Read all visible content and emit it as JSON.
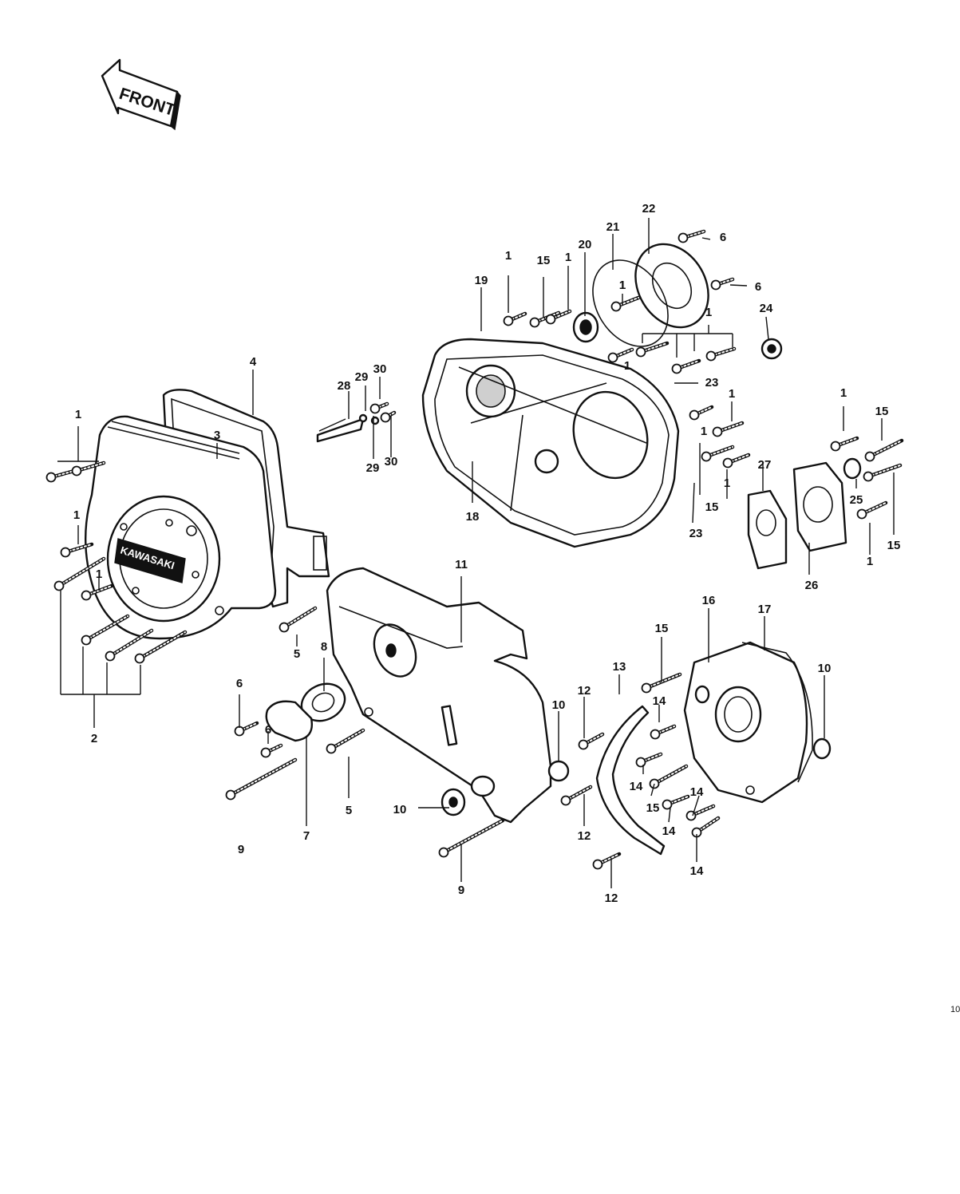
{
  "direction_arrow": {
    "label": "FRONT"
  },
  "brand_logo": {
    "text": "KAWASAKI"
  },
  "page_number": "10",
  "callouts": [
    "1",
    "1",
    "1",
    "1",
    "1",
    "1",
    "1",
    "1",
    "1",
    "1",
    "1",
    "1",
    "1",
    "1",
    "2",
    "3",
    "4",
    "5",
    "5",
    "6",
    "6",
    "6",
    "6",
    "7",
    "8",
    "9",
    "9",
    "10",
    "10",
    "10",
    "11",
    "12",
    "12",
    "12",
    "13",
    "14",
    "14",
    "14",
    "14",
    "14",
    "15",
    "15",
    "15",
    "15",
    "15",
    "15",
    "16",
    "17",
    "18",
    "19",
    "20",
    "21",
    "22",
    "23",
    "23",
    "24",
    "25",
    "26",
    "27",
    "28",
    "29",
    "29",
    "30",
    "30"
  ]
}
